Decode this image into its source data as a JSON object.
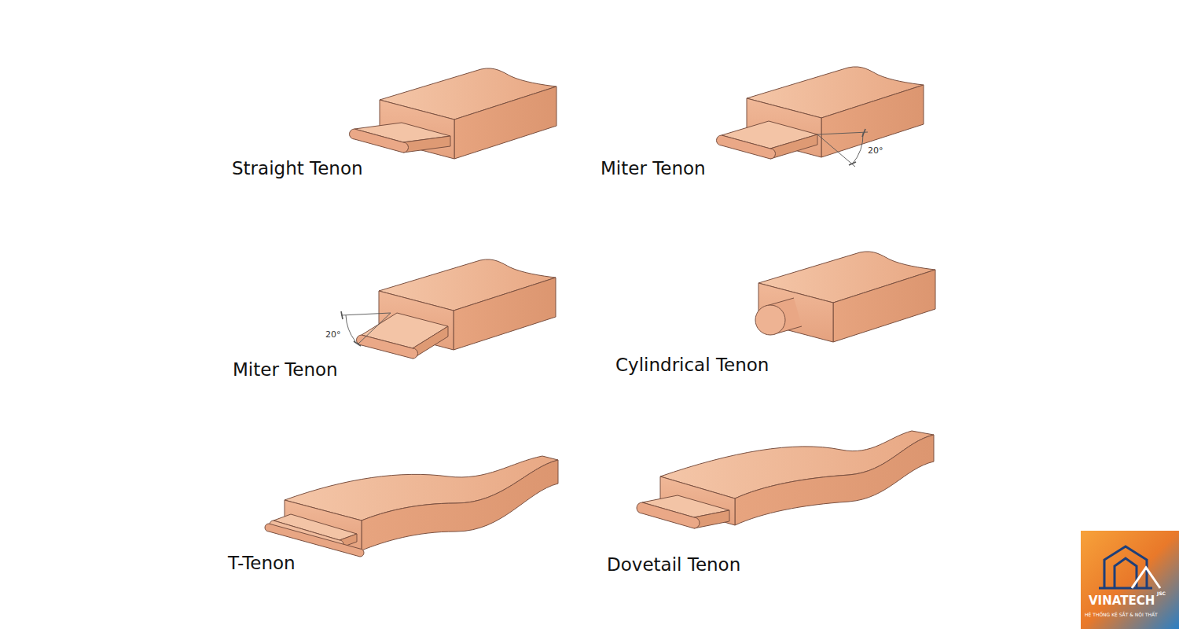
{
  "diagram": {
    "labels": [
      "Straight Tenon",
      "Miter Tenon",
      "20°",
      "Miter Tenon",
      "20°",
      "Cylindrical Tenon",
      "T-Tenon",
      "Dovetail Tenon",
      "VINATECH",
      "JSC",
      "HỆ THỐNG KỆ SẮT & NỘI THẤT"
    ]
  }
}
